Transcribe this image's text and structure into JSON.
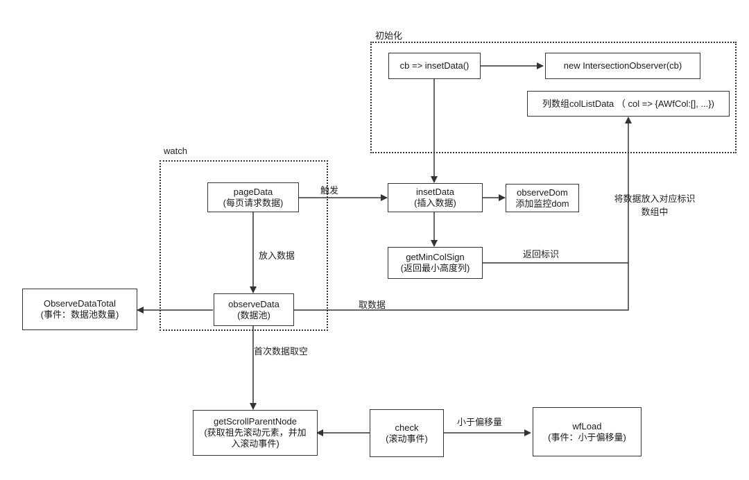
{
  "groups": {
    "init": {
      "label": "初始化"
    },
    "watch": {
      "label": "watch"
    }
  },
  "nodes": {
    "cb_inset": {
      "line1": "cb => insetData()"
    },
    "new_observer": {
      "line1": "new IntersectionObserver(cb)"
    },
    "col_list": {
      "line1": "列数组colListData （ col => {AWfCol:[], ...})"
    },
    "page_data": {
      "line1": "pageData",
      "line2": "(每页请求数据)"
    },
    "inset_data": {
      "line1": "insetData",
      "line2": "(插入数据)"
    },
    "observe_dom": {
      "line1": "observeDom",
      "line2": "添加监控dom"
    },
    "get_min_col": {
      "line1": "getMinColSign",
      "line2": "(返回最小高度列)"
    },
    "observe_total": {
      "line1": "ObserveDataTotal",
      "line2": "(事件：数据池数量)"
    },
    "observe_data": {
      "line1": "observeData",
      "line2": "(数据池)"
    },
    "scroll_parent": {
      "line1": "getScrollParentNode",
      "line2": "(获取祖先滚动元素，并加",
      "line3": "入滚动事件)"
    },
    "check": {
      "line1": "check",
      "line2": "(滚动事件)"
    },
    "wf_load": {
      "line1": "wfLoad",
      "line2": "(事件：小于偏移量)"
    }
  },
  "edge_labels": {
    "trigger": "触发",
    "put_data": "放入数据",
    "return_sign": "返回标识",
    "take_data": "取数据",
    "first_empty": "首次数据取空",
    "less_offset": "小于偏移量",
    "put_into_line1": "将数据放入对应标识",
    "put_into_line2": "数组中"
  },
  "colors": {
    "stroke": "#333333",
    "background": "#ffffff"
  }
}
